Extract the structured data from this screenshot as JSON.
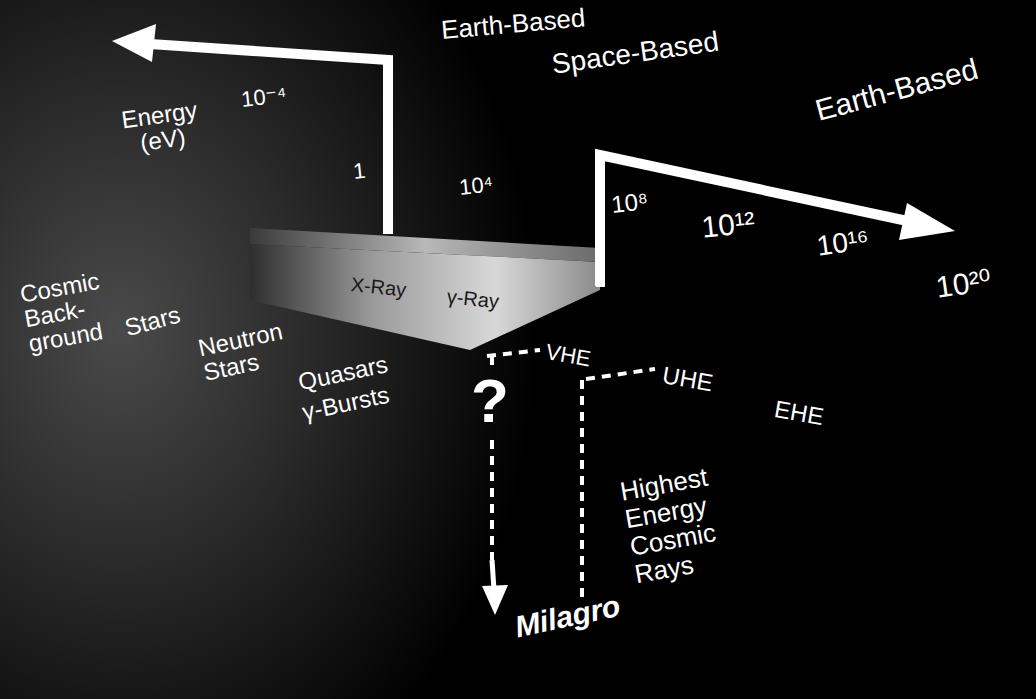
{
  "diagram": {
    "labels": [
      "Earth-Based",
      "Energy (eV)",
      "10⁻⁴",
      "1",
      "10⁴",
      "Space-Based",
      "Earth-Based",
      "10⁸",
      "10¹²",
      "10¹⁶",
      "10²⁰",
      "Cosmic Back-ground",
      "Stars",
      "Neutron Stars",
      "Quasars",
      "γ-Bursts",
      "X-Ray",
      "γ-Ray",
      "VHE",
      "UHE",
      "EHE",
      "?",
      "Milagro",
      "Highest Energy Cosmic Rays"
    ]
  }
}
